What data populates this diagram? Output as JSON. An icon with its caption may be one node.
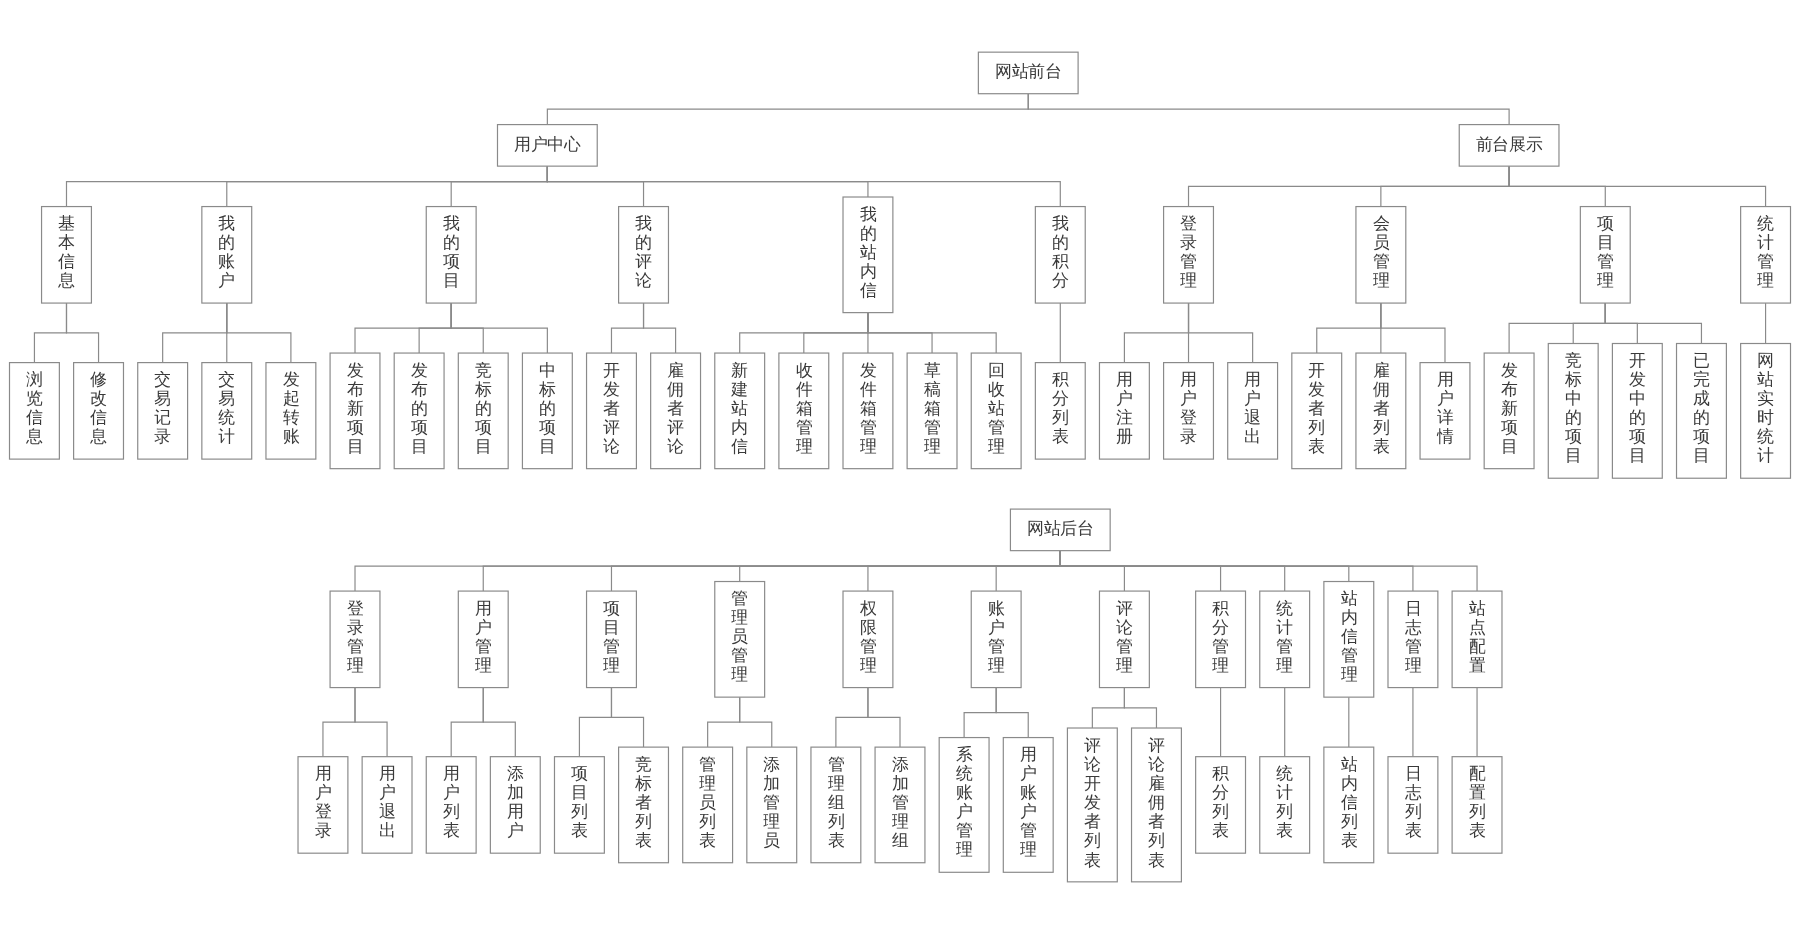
{
  "diagram": {
    "nodes": [
      {
        "text": [
          "网站前台"
        ]
      },
      {
        "text": [
          "用户中心"
        ]
      },
      {
        "text": [
          "前台展示"
        ]
      },
      {
        "text": [
          "基本信息"
        ]
      },
      {
        "text": [
          "我的账户"
        ]
      },
      {
        "text": [
          "我的项目"
        ]
      },
      {
        "text": [
          "我的评论"
        ]
      },
      {
        "text": [
          "我的站内信"
        ]
      },
      {
        "text": [
          "我的积分"
        ]
      },
      {
        "text": [
          "登录管理"
        ]
      },
      {
        "text": [
          "会员管理"
        ]
      },
      {
        "text": [
          "项目管理"
        ]
      },
      {
        "text": [
          "统计管理"
        ]
      },
      {
        "text": [
          "浏览信息"
        ]
      },
      {
        "text": [
          "修改信息"
        ]
      },
      {
        "text": [
          "交易记录"
        ]
      },
      {
        "text": [
          "交易统计"
        ]
      },
      {
        "text": [
          "发起转账"
        ]
      },
      {
        "text": [
          "发布新项目"
        ]
      },
      {
        "text": [
          "发布的项目"
        ]
      },
      {
        "text": [
          "竞标的项目"
        ]
      },
      {
        "text": [
          "中标的项目"
        ]
      },
      {
        "text": [
          "开发者评论"
        ]
      },
      {
        "text": [
          "雇佣者评论"
        ]
      },
      {
        "text": [
          "新建站内信"
        ]
      },
      {
        "text": [
          "收件箱管理"
        ]
      },
      {
        "text": [
          "发件箱管理"
        ]
      },
      {
        "text": [
          "草稿箱管理"
        ]
      },
      {
        "text": [
          "回收站管理"
        ]
      },
      {
        "text": [
          "积分列表"
        ]
      },
      {
        "text": [
          "用户注册"
        ]
      },
      {
        "text": [
          "用户登录"
        ]
      },
      {
        "text": [
          "用户退出"
        ]
      },
      {
        "text": [
          "开发者列表"
        ]
      },
      {
        "text": [
          "雇佣者列表"
        ]
      },
      {
        "text": [
          "用户详情"
        ]
      },
      {
        "text": [
          "发布新项目"
        ]
      },
      {
        "text": [
          "竞标中的项目"
        ]
      },
      {
        "text": [
          "开发中的项目"
        ]
      },
      {
        "text": [
          "已完成的项目"
        ]
      },
      {
        "text": [
          "网站实时统计"
        ]
      },
      {
        "text": [
          "网站后台"
        ]
      },
      {
        "text": [
          "登录管理"
        ]
      },
      {
        "text": [
          "用户管理"
        ]
      },
      {
        "text": [
          "项目管理"
        ]
      },
      {
        "text": [
          "管理员管理"
        ]
      },
      {
        "text": [
          "权限管理"
        ]
      },
      {
        "text": [
          "账户管理"
        ]
      },
      {
        "text": [
          "评论管理"
        ]
      },
      {
        "text": [
          "积分管理"
        ]
      },
      {
        "text": [
          "统计管理"
        ]
      },
      {
        "text": [
          "站内信管理"
        ]
      },
      {
        "text": [
          "日志管理"
        ]
      },
      {
        "text": [
          "站点配置"
        ]
      },
      {
        "text": [
          "用户登录"
        ]
      },
      {
        "text": [
          "用户退出"
        ]
      },
      {
        "text": [
          "用户列表"
        ]
      },
      {
        "text": [
          "添加用户"
        ]
      },
      {
        "text": [
          "项目列表"
        ]
      },
      {
        "text": [
          "竞标者列表"
        ]
      },
      {
        "text": [
          "管理员列表"
        ]
      },
      {
        "text": [
          "添加管理员"
        ]
      },
      {
        "text": [
          "管理组列表"
        ]
      },
      {
        "text": [
          "添加管理组"
        ]
      },
      {
        "text": [
          "系统账户管理"
        ]
      },
      {
        "text": [
          "用户账户管理"
        ]
      },
      {
        "text": [
          "评论开发者列表"
        ]
      },
      {
        "text": [
          "评论雇佣者列表"
        ]
      },
      {
        "text": [
          "积分列表"
        ]
      },
      {
        "text": [
          "统计列表"
        ]
      },
      {
        "text": [
          "站内信列表"
        ]
      },
      {
        "text": [
          "日志列表"
        ]
      },
      {
        "text": [
          "配置列表"
        ]
      }
    ],
    "edges": [
      {
        "from": 0,
        "to": 1,
        "arrow": "none"
      },
      {
        "from": 0,
        "to": 2,
        "arrow": "none"
      },
      {
        "from": 1,
        "to": 3,
        "arrow": "none"
      },
      {
        "from": 1,
        "to": 4,
        "arrow": "none"
      },
      {
        "from": 1,
        "to": 5,
        "arrow": "none"
      },
      {
        "from": 1,
        "to": 6,
        "arrow": "none"
      },
      {
        "from": 1,
        "to": 7,
        "arrow": "none"
      },
      {
        "from": 1,
        "to": 8,
        "arrow": "none"
      },
      {
        "from": 2,
        "to": 9,
        "arrow": "none"
      },
      {
        "from": 2,
        "to": 10,
        "arrow": "none"
      },
      {
        "from": 2,
        "to": 11,
        "arrow": "none"
      },
      {
        "from": 2,
        "to": 12,
        "arrow": "none"
      },
      {
        "from": 3,
        "to": 13,
        "arrow": "none"
      },
      {
        "from": 3,
        "to": 14,
        "arrow": "none"
      },
      {
        "from": 4,
        "to": 15,
        "arrow": "none"
      },
      {
        "from": 4,
        "to": 16,
        "arrow": "none"
      },
      {
        "from": 4,
        "to": 17,
        "arrow": "none"
      },
      {
        "from": 5,
        "to": 18,
        "arrow": "none"
      },
      {
        "from": 5,
        "to": 19,
        "arrow": "none"
      },
      {
        "from": 5,
        "to": 20,
        "arrow": "none"
      },
      {
        "from": 5,
        "to": 21,
        "arrow": "none"
      },
      {
        "from": 6,
        "to": 22,
        "arrow": "none"
      },
      {
        "from": 6,
        "to": 23,
        "arrow": "none"
      },
      {
        "from": 7,
        "to": 24,
        "arrow": "none"
      },
      {
        "from": 7,
        "to": 25,
        "arrow": "none"
      },
      {
        "from": 7,
        "to": 26,
        "arrow": "none"
      },
      {
        "from": 7,
        "to": 27,
        "arrow": "none"
      },
      {
        "from": 7,
        "to": 28,
        "arrow": "none"
      },
      {
        "from": 8,
        "to": 29,
        "arrow": "none"
      },
      {
        "from": 9,
        "to": 30,
        "arrow": "none"
      },
      {
        "from": 9,
        "to": 31,
        "arrow": "none"
      },
      {
        "from": 9,
        "to": 32,
        "arrow": "none"
      },
      {
        "from": 10,
        "to": 33,
        "arrow": "none"
      },
      {
        "from": 10,
        "to": 34,
        "arrow": "none"
      },
      {
        "from": 10,
        "to": 35,
        "arrow": "none"
      },
      {
        "from": 11,
        "to": 36,
        "arrow": "none"
      },
      {
        "from": 11,
        "to": 37,
        "arrow": "none"
      },
      {
        "from": 11,
        "to": 38,
        "arrow": "none"
      },
      {
        "from": 11,
        "to": 39,
        "arrow": "none"
      },
      {
        "from": 12,
        "to": 40,
        "arrow": "none"
      },
      {
        "from": 41,
        "to": 42,
        "arrow": "none"
      },
      {
        "from": 41,
        "to": 43,
        "arrow": "none"
      },
      {
        "from": 41,
        "to": 44,
        "arrow": "none"
      },
      {
        "from": 41,
        "to": 45,
        "arrow": "none"
      },
      {
        "from": 41,
        "to": 46,
        "arrow": "none"
      },
      {
        "from": 41,
        "to": 47,
        "arrow": "none"
      },
      {
        "from": 41,
        "to": 48,
        "arrow": "none"
      },
      {
        "from": 41,
        "to": 49,
        "arrow": "none"
      },
      {
        "from": 41,
        "to": 50,
        "arrow": "none"
      },
      {
        "from": 41,
        "to": 51,
        "arrow": "none"
      },
      {
        "from": 41,
        "to": 52,
        "arrow": "none"
      },
      {
        "from": 41,
        "to": 53,
        "arrow": "none"
      },
      {
        "from": 42,
        "to": 54,
        "arrow": "none"
      },
      {
        "from": 42,
        "to": 55,
        "arrow": "none"
      },
      {
        "from": 43,
        "to": 56,
        "arrow": "none"
      },
      {
        "from": 43,
        "to": 57,
        "arrow": "none"
      },
      {
        "from": 44,
        "to": 58,
        "arrow": "none"
      },
      {
        "from": 44,
        "to": 59,
        "arrow": "none"
      },
      {
        "from": 45,
        "to": 60,
        "arrow": "none"
      },
      {
        "from": 45,
        "to": 61,
        "arrow": "none"
      },
      {
        "from": 46,
        "to": 62,
        "arrow": "none"
      },
      {
        "from": 46,
        "to": 63,
        "arrow": "none"
      },
      {
        "from": 47,
        "to": 64,
        "arrow": "none"
      },
      {
        "from": 47,
        "to": 65,
        "arrow": "none"
      },
      {
        "from": 48,
        "to": 66,
        "arrow": "none"
      },
      {
        "from": 48,
        "to": 67,
        "arrow": "none"
      },
      {
        "from": 49,
        "to": 68,
        "arrow": "none"
      },
      {
        "from": 50,
        "to": 69,
        "arrow": "none"
      },
      {
        "from": 51,
        "to": 70,
        "arrow": "none"
      },
      {
        "from": 52,
        "to": 71,
        "arrow": "none"
      },
      {
        "from": 53,
        "to": 72,
        "arrow": "none"
      }
    ]
  }
}
